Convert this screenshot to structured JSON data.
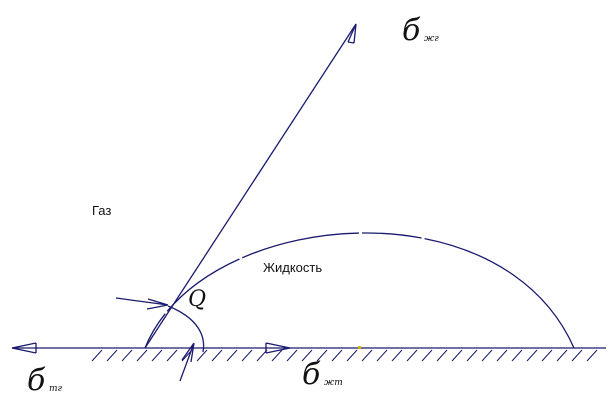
{
  "labels": {
    "gas": "Газ",
    "liquid": "Жидкость",
    "angle": "Q",
    "sigma_lg": {
      "main": "б",
      "sub": "жг"
    },
    "sigma_sg": {
      "main": "б",
      "sub": "тг"
    },
    "sigma_sl": {
      "main": "б",
      "sub": "жт"
    }
  },
  "colors": {
    "ink": "#1a1a6e",
    "text": "#111111",
    "background": "#ffffff"
  }
}
